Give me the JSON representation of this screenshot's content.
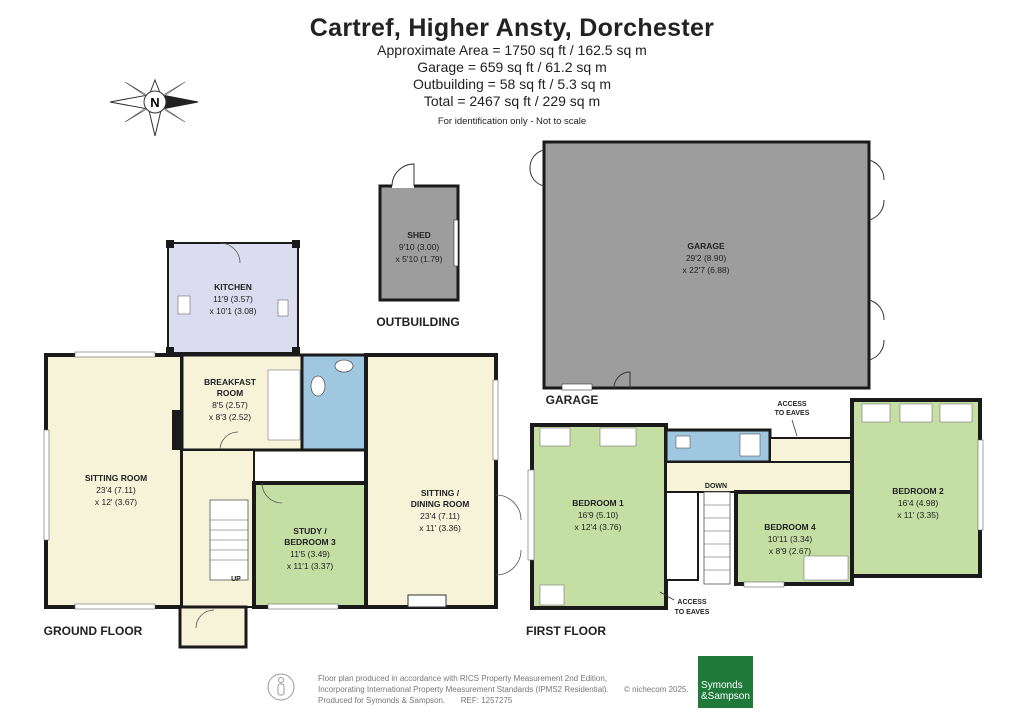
{
  "header": {
    "title": "Cartref, Higher Ansty, Dorchester",
    "area_line": "Approximate Area = 1750 sq ft / 162.5 sq m",
    "garage_line": "Garage = 659 sq ft / 61.2 sq m",
    "outbuilding_line": "Outbuilding = 58 sq ft / 5.3 sq m",
    "total_line": "Total = 2467 sq ft / 229 sq m",
    "disclaimer": "For identification only - Not to scale"
  },
  "compass": {
    "label": "N"
  },
  "floors": {
    "ground": "GROUND FLOOR",
    "first": "FIRST FLOOR",
    "garage": "GARAGE",
    "outbuilding": "OUTBUILDING"
  },
  "rooms": {
    "kitchen": {
      "name": "KITCHEN",
      "d1": "11'9 (3.57)",
      "d2": "x 10'1 (3.08)"
    },
    "shed": {
      "name": "SHED",
      "d1": "9'10 (3.00)",
      "d2": "x 5'10 (1.79)"
    },
    "garage": {
      "name": "GARAGE",
      "d1": "29'2 (8.90)",
      "d2": "x 22'7 (6.88)"
    },
    "breakfast": {
      "name": "BREAKFAST",
      "name2": "ROOM",
      "d1": "8'5 (2.57)",
      "d2": "x 8'3 (2.52)"
    },
    "sitting": {
      "name": "SITTING ROOM",
      "d1": "23'4 (7.11)",
      "d2": "x 12' (3.67)"
    },
    "sitting_dining": {
      "name": "SITTING /",
      "name2": "DINING ROOM",
      "d1": "23'4 (7.11)",
      "d2": "x 11' (3.36)"
    },
    "study": {
      "name": "STUDY /",
      "name2": "BEDROOM 3",
      "d1": "11'5 (3.49)",
      "d2": "x 11'1 (3.37)"
    },
    "bedroom1": {
      "name": "BEDROOM 1",
      "d1": "16'9 (5.10)",
      "d2": "x 12'4 (3.76)"
    },
    "bedroom2": {
      "name": "BEDROOM 2",
      "d1": "16'4 (4.98)",
      "d2": "x 11' (3.35)"
    },
    "bedroom4": {
      "name": "BEDROOM 4",
      "d1": "10'11 (3.34)",
      "d2": "x 8'9 (2.67)"
    }
  },
  "annotations": {
    "up": "UP",
    "down": "DOWN",
    "eaves_a": "ACCESS",
    "eaves_b": "TO EAVES"
  },
  "footer": {
    "line1": "Floor plan produced in accordance with RICS Property Measurement 2nd Edition,",
    "line2": "Incorporating International Property Measurement Standards (IPMS2 Residential).",
    "line3": "Produced for Symonds & Sampson.",
    "ref": "REF: 1257275",
    "copyright": "© nichecom 2025.",
    "brand1": "Symonds",
    "brand2": "&Sampson"
  },
  "colors": {
    "wall": "#1a1a1a",
    "green_room": "#c5dea4",
    "cream_room": "#f7f3d9",
    "lilac_room": "#dcdcf0",
    "blue_room": "#9fc8e0",
    "grey_room": "#9d9d9d",
    "brand_green": "#1f7a3a"
  }
}
